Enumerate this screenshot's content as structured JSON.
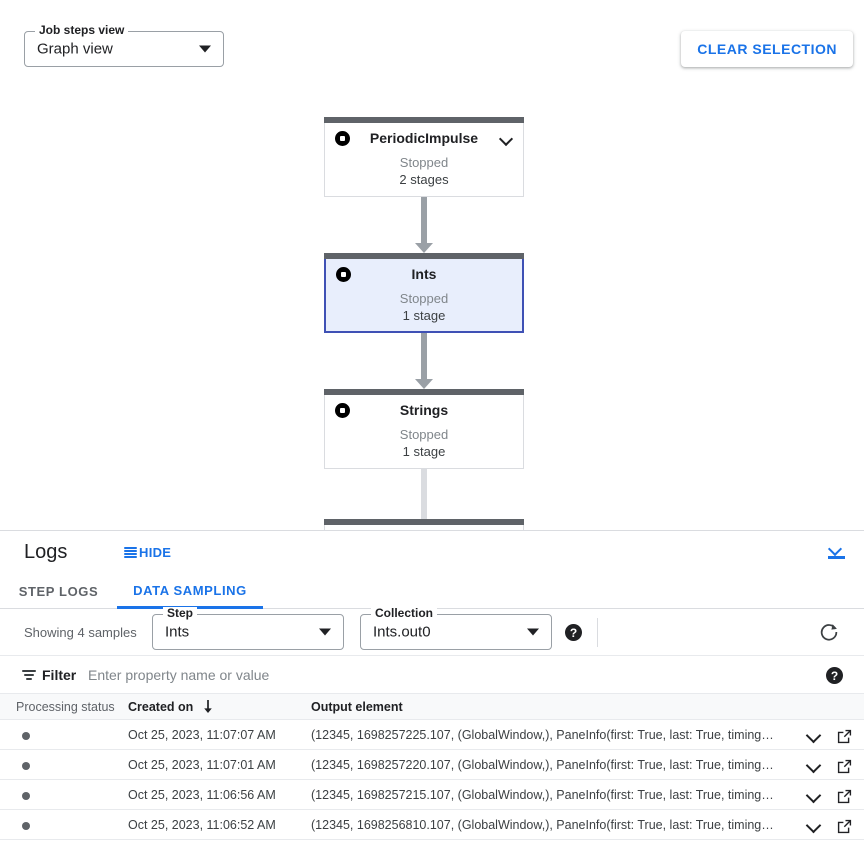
{
  "toolbar": {
    "job_steps_view": {
      "legend": "Job steps view",
      "value": "Graph view"
    },
    "clear_selection_label": "CLEAR SELECTION"
  },
  "graph": {
    "nodes": [
      {
        "name": "PeriodicImpulse",
        "status": "Stopped",
        "stages": "2 stages",
        "selected": false,
        "has_chevron": true
      },
      {
        "name": "Ints",
        "status": "Stopped",
        "stages": "1 stage",
        "selected": true,
        "has_chevron": false
      },
      {
        "name": "Strings",
        "status": "Stopped",
        "stages": "1 stage",
        "selected": false,
        "has_chevron": false
      }
    ]
  },
  "logs": {
    "title": "Logs",
    "hide_label": "HIDE",
    "tabs": [
      {
        "label": "STEP LOGS",
        "active": false
      },
      {
        "label": "DATA SAMPLING",
        "active": true
      }
    ],
    "controls": {
      "showing_text": "Showing 4 samples",
      "step": {
        "legend": "Step",
        "value": "Ints"
      },
      "collection": {
        "legend": "Collection",
        "value": "Ints.out0"
      },
      "help_glyph": "?"
    },
    "filter": {
      "label": "Filter",
      "placeholder": "Enter property name or value",
      "value": "",
      "help_glyph": "?"
    },
    "table": {
      "columns": [
        "Processing status",
        "Created on",
        "Output element"
      ],
      "sort_column": "Created on",
      "sort_direction": "descending",
      "rows": [
        {
          "created_on": "Oct 25, 2023, 11:07:07 AM",
          "output_element": "(12345, 1698257225.107, (GlobalWindow,), PaneInfo(first: True, last: True, timing…"
        },
        {
          "created_on": "Oct 25, 2023, 11:07:01 AM",
          "output_element": "(12345, 1698257220.107, (GlobalWindow,), PaneInfo(first: True, last: True, timing…"
        },
        {
          "created_on": "Oct 25, 2023, 11:06:56 AM",
          "output_element": "(12345, 1698257215.107, (GlobalWindow,), PaneInfo(first: True, last: True, timing…"
        },
        {
          "created_on": "Oct 25, 2023, 11:06:52 AM",
          "output_element": "(12345, 1698256810.107, (GlobalWindow,), PaneInfo(first: True, last: True, timing…"
        }
      ]
    }
  },
  "colors": {
    "accent_blue": "#1a73e8",
    "selected_node_fill": "#e8eefc",
    "selected_node_border": "#3f51b5",
    "node_topbar": "#5f6368"
  }
}
